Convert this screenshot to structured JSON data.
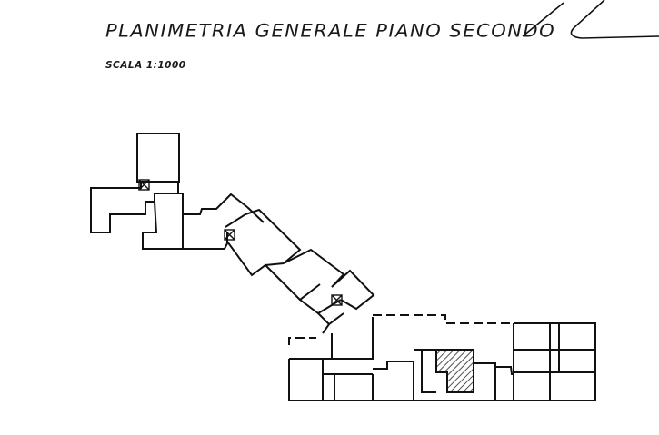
{
  "drawing": {
    "title": "PLANIMETRIA GENERALE PIANO SECONDO",
    "scale_label": "SCALA 1:1000",
    "signature": "handwritten-signature-stroke"
  },
  "plan": {
    "type": "floor-plan",
    "floor": "second floor",
    "highlighted_area": {
      "style": "hatched",
      "color": "#333333"
    },
    "icons": [
      "elevator-shaft-icon",
      "elevator-shaft-icon",
      "elevator-shaft-icon"
    ],
    "line_color": "#111111"
  }
}
